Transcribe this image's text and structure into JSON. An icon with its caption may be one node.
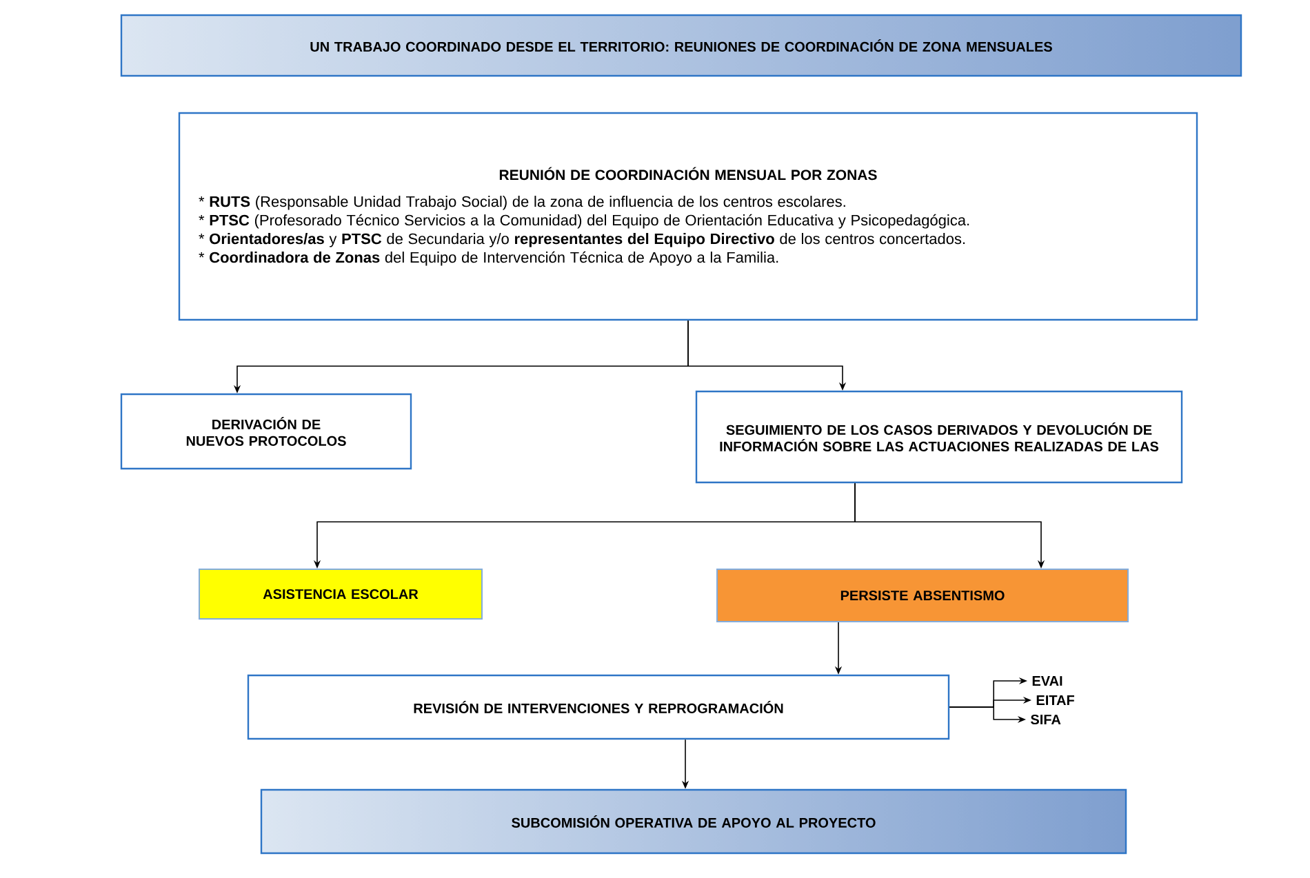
{
  "diagram": {
    "nodes": [
      {
        "text": [
          "UN TRABAJO COORDINADO DESDE EL TERRITORIO: REUNIONES DE COORDINACIÓN DE ZONA MENSUALES"
        ]
      },
      {
        "text": [
          "REUNIÓN DE COORDINACIÓN MENSUAL POR ZONAS",
          "* **RUTS** (Responsable Unidad Trabajo Social) de la zona de influencia de los centros escolares.",
          "* **PTSC** (Profesorado Técnico Servicios a la Comunidad) del Equipo de Orientación Educativa y Psicopedagógica.",
          "* **Orientadores/as** y **PTSC** de Secundaria y/o **representantes del Equipo Directivo** de los centros concertados.",
          "* **Coordinadora de Zonas** del Equipo de Intervención Técnica de Apoyo a la Familia."
        ]
      },
      {
        "text": [
          "DERIVACIÓN DE NUEVOS PROTOCOLOS"
        ]
      },
      {
        "text": [
          "SEGUIMIENTO DE LOS CASOS DERIVADOS Y DEVOLUCIÓN DE INFORMACIÓN SOBRE LAS ACTUACIONES REALIZADAS DE LAS"
        ]
      },
      {
        "text": [
          "ASISTENCIA ESCOLAR"
        ]
      },
      {
        "text": [
          "PERSISTE ABSENTISMO"
        ]
      },
      {
        "text": [
          "REVISIÓN DE INTERVENCIONES Y REPROGRAMACIÓN"
        ]
      },
      {
        "text": [
          "EVAI"
        ]
      },
      {
        "text": [
          "EITAF"
        ]
      },
      {
        "text": [
          "SIFA"
        ]
      },
      {
        "text": [
          "SUBCOMISIÓN OPERATIVA DE APOYO AL PROYECTO"
        ]
      }
    ],
    "edges": [
      {
        "from": 1,
        "to": 2,
        "arrow": "to"
      },
      {
        "from": 1,
        "to": 3,
        "arrow": "to"
      },
      {
        "from": 3,
        "to": 4,
        "arrow": "to"
      },
      {
        "from": 3,
        "to": 5,
        "arrow": "to"
      },
      {
        "from": 5,
        "to": 6,
        "arrow": "to"
      },
      {
        "from": 6,
        "to": 7,
        "arrow": "to"
      },
      {
        "from": 6,
        "to": 8,
        "arrow": "to"
      },
      {
        "from": 6,
        "to": 9,
        "arrow": "to"
      },
      {
        "from": 6,
        "to": 10,
        "arrow": "to"
      }
    ]
  }
}
